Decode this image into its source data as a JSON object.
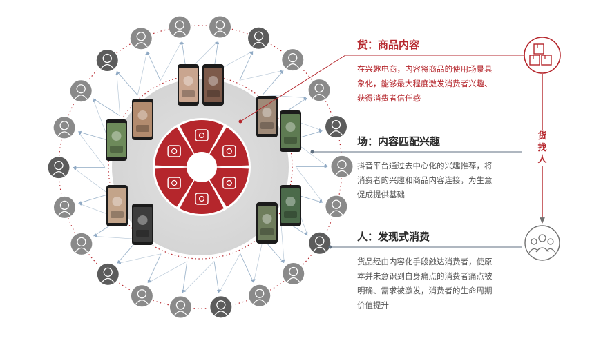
{
  "colors": {
    "accent": "#b5262c",
    "slate": "#5f6f80",
    "avatar": "#7b7b7b",
    "arrow": "#8fa9c4"
  },
  "goods": {
    "title": "货：商品内容",
    "lines": [
      "在兴趣电商，内容将商品的使用场景具",
      "象化，能够最大程度激发消费者兴趣、",
      "获得消费者信任感"
    ]
  },
  "scene": {
    "title": "场：内容匹配兴趣",
    "lines": [
      "抖音平台通过去中心化的兴趣推荐，将",
      "消费者的兴趣和商品内容连接，为生意",
      "促成提供基础"
    ]
  },
  "people": {
    "title": "人：发现式消费",
    "lines": [
      "货品经由内容化手段触达消费者，使原",
      "本并未意识到自身痛点的消费者痛点被",
      "明确、需求被激发，消费者的生命周期",
      "价值提升"
    ]
  },
  "flow": {
    "chars": [
      "货",
      "找",
      "人"
    ]
  },
  "wheel": {
    "center_text": "...",
    "segments": [
      "beauty-icon",
      "dining-icon",
      "gaming-icon",
      "more-icon",
      "pets-icon",
      "apparel-icon"
    ]
  },
  "icons": {
    "goods": "box-stack-icon",
    "people": "crowd-icon",
    "consumer": "person-avatar-icon"
  }
}
